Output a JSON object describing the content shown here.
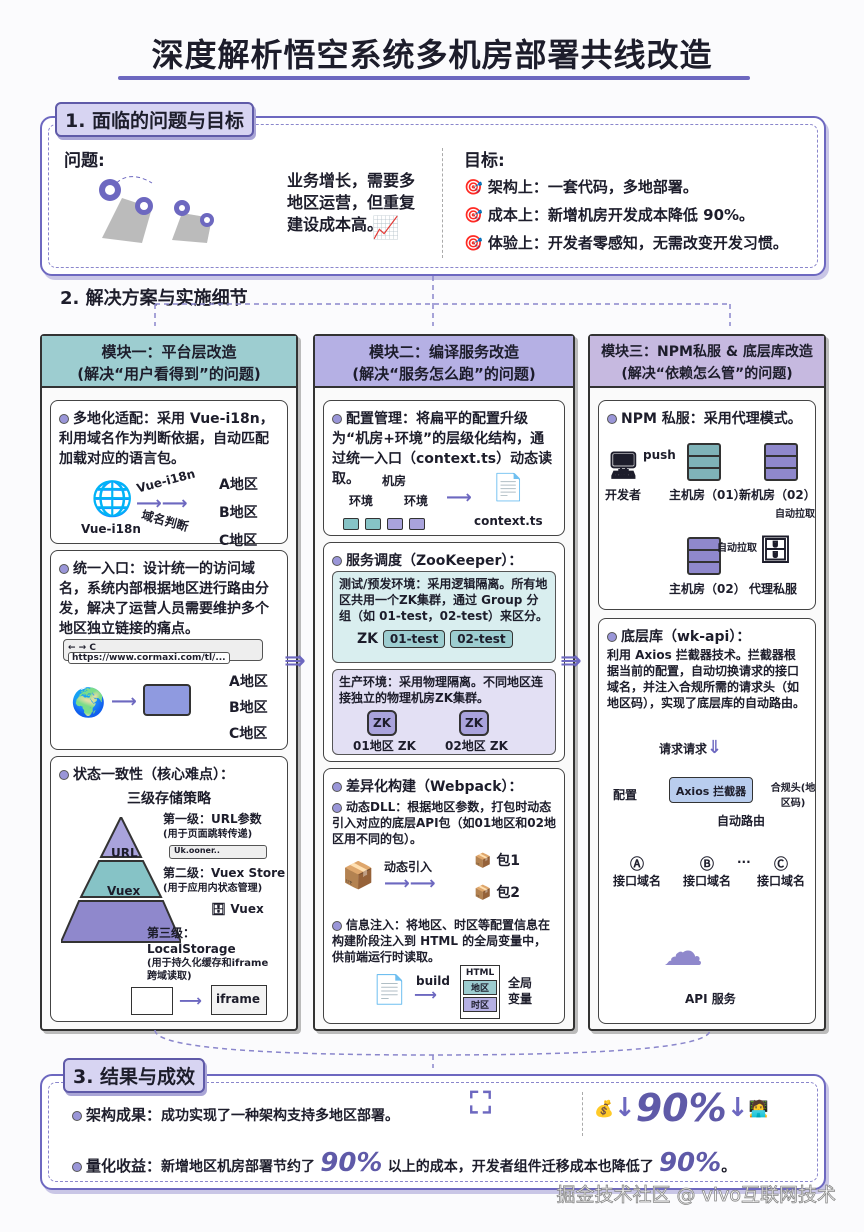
{
  "title": "深度解析悟空系统多机房部署共线改造",
  "section1": {
    "label": "1. 面临的问题与目标",
    "problem_heading": "问题:",
    "problem_text": "业务增长，需要多地区运营，但重复建设成本高。",
    "goal_heading": "目标:",
    "goals": [
      "架构上：一套代码，多地部署。",
      "成本上：新增机房开发成本降低 90%。",
      "体验上：开发者零感知，无需改变开发习惯。"
    ]
  },
  "section2": {
    "label": "2. 解决方案与实施细节"
  },
  "module1": {
    "title": "模块一：平台层改造",
    "subtitle": "(解决“用户看得到”的问题)",
    "card1": {
      "text": "多地化适配：采用 Vue-i18n，利用域名作为判断依据，自动匹配加载对应的语言包。",
      "globe_label": "Vue-i18n",
      "arrow_top": "Vue-i18n",
      "arrow_bottom": "域名判断",
      "regions": [
        "A地区",
        "B地区",
        "C地区"
      ]
    },
    "card2": {
      "text": "统一入口：设计统一的访问域名，系统内部根据地区进行路由分发，解决了运营人员需要维护多个地区独立链接的痛点。",
      "url": "https://www.cormaxi.com/tl/...",
      "regions": [
        "A地区",
        "B地区",
        "C地区"
      ]
    },
    "card3": {
      "heading": "状态一致性（核心难点）：",
      "strategy": "三级存储策略",
      "level1": "第一级：URL参数",
      "level1_note": "(用于页面跳转传递)",
      "url_small": "Uk.ooner..",
      "level2": "第二级：Vuex Store",
      "level2_note": "(用于应用内状态管理)",
      "layer_url": "URL",
      "layer_vuex": "Vuex",
      "db_label": "Vuex",
      "level3": "第三级：LocalStorage",
      "level3_note": "(用于持久化缓存和iframe跨域读取)",
      "iframe": "iframe"
    }
  },
  "module2": {
    "title": "模块二：编译服务改造",
    "subtitle": "(解决“服务怎么跑”的问题)",
    "card1": {
      "text": "配置管理：将扁平的配置升级为“机房+环境”的层级化结构，通过统一入口（context.ts）动态读取。",
      "room": "机房",
      "env": "环境",
      "file": "context.ts"
    },
    "card2": {
      "heading": "服务调度（ZooKeeper）：",
      "test_text": "测试/预发环境：采用逻辑隔离。所有地区共用一个ZK集群，通过 Group 分组（如 01-test，02-test）来区分。",
      "zk": "ZK",
      "groups": [
        "01-test",
        "02-test"
      ],
      "prod_text": "生产环境：采用物理隔离。不同地区连接独立的物理机房ZK集群。",
      "clusters": [
        "01地区 ZK",
        "02地区 ZK"
      ]
    },
    "card3": {
      "heading": "差异化构建（Webpack）：",
      "dll_text": "动态DLL：根据地区参数，打包时动态引入对应的底层API包（如01地区和02地区用不同的包）。",
      "dynamic": "动态引入",
      "packages": [
        "包1",
        "包2"
      ],
      "inject_text": "信息注入：将地区、时区等配置信息在构建阶段注入到 HTML 的全局变量中，供前端运行时读取。",
      "build": "build",
      "html": "HTML",
      "fields": [
        "地区",
        "时区"
      ],
      "global": "全局变量"
    }
  },
  "module3": {
    "title": "模块三：NPM私服 & 底层库改造",
    "subtitle": "(解决“依赖怎么管”的问题)",
    "card1": {
      "text": "NPM 私服：采用代理模式。",
      "push": "push",
      "developer": "开发者",
      "main01": "主机房（01）",
      "new02": "新机房（02）",
      "auto_pull": "自动拉取",
      "main02": "主机房（02）",
      "proxy": "代理私服"
    },
    "card2": {
      "heading": "底层库（wk-api）：",
      "text": "利用 Axios 拦截器技术。拦截器根据当前的配置，自动切换请求的接口域名，并注入合规所需的请求头（如地区码），实现了底层库的自动路由。",
      "request": "请求请求",
      "config": "配置",
      "interceptor": "Axios 拦截器",
      "header": "合规头(地区码)",
      "auto_route": "自动路由",
      "endpoints": [
        "A",
        "B",
        "C"
      ],
      "endpoint_label": "接口域名",
      "ellipsis": "...",
      "api": "API 服务"
    }
  },
  "section3": {
    "label": "3. 结果与成效",
    "result1_head": "架构成果：",
    "result1": "成功实现了一种架构支持多地区部署。",
    "badge": "90%",
    "result2_head": "量化收益：",
    "result2_a": "新增地区机房部署节约了",
    "result2_pct1": "90%",
    "result2_b": "以上的成本，开发者组件迁移成本也降低了",
    "result2_pct2": "90%",
    "result2_c": "。"
  },
  "watermark": "掘金技术社区 @ vivo互联网技术",
  "colors": {
    "accent": "#6d68c0",
    "teal": "#86c3c6",
    "purple": "#a9a3dc"
  }
}
